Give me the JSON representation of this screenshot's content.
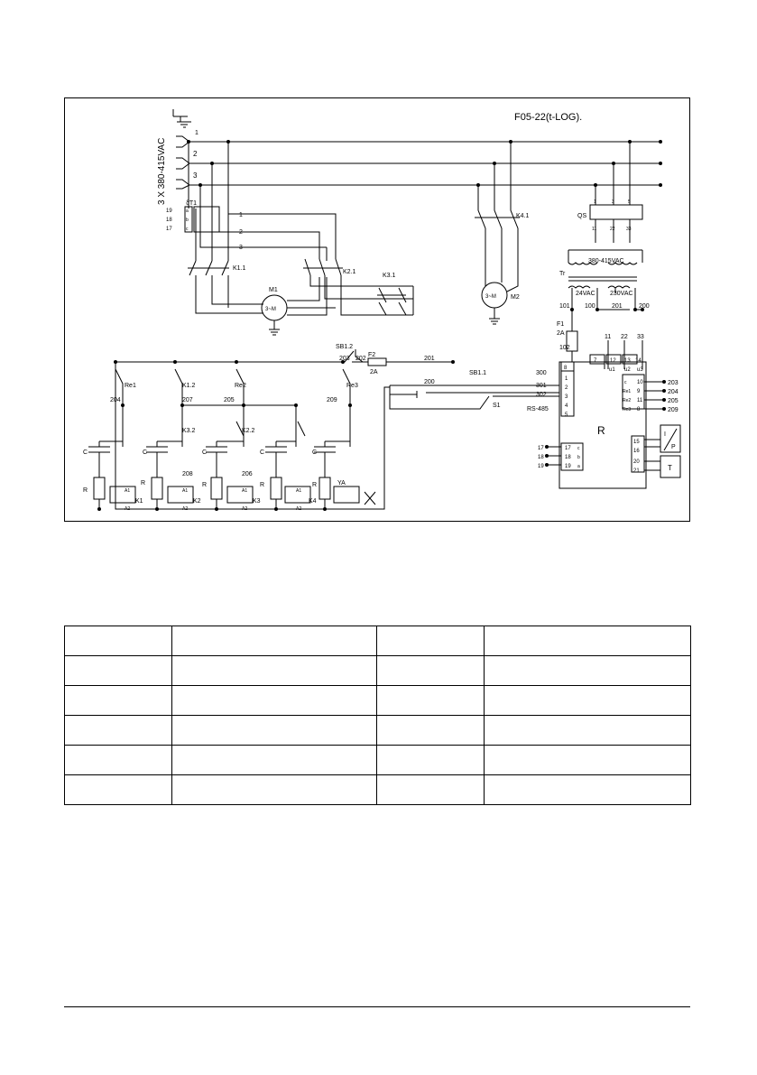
{
  "diagram": {
    "title": "F05-22(t-LOG).",
    "supply_label": "3 X 380-415VAC",
    "phases": [
      "1",
      "2",
      "3"
    ],
    "motor_m1": {
      "name": "M1",
      "symbol": "3~M"
    },
    "motor_m2": {
      "name": "M2",
      "symbol": "3~M"
    },
    "contacts": {
      "k11": "K1.1",
      "k21": "K2.1",
      "k31": "K3.1",
      "k41": "K4.1",
      "k12": "K1.2",
      "k32": "K3.2",
      "k22": "K2.2"
    },
    "thermal": {
      "name": "ϑT1",
      "terms": [
        "19",
        "18",
        "17"
      ],
      "letters": [
        "a",
        "b",
        "c"
      ]
    },
    "qs": {
      "name": "QS",
      "top": [
        "1",
        "3",
        "5"
      ],
      "bottom": [
        "11",
        "22",
        "33"
      ]
    },
    "transformer": {
      "name": "Tr",
      "primary": "380-415VAC",
      "sec_a": "24VAC",
      "sec_b": "230VAC"
    },
    "fuse_f1": {
      "name": "F1",
      "rating": "2A"
    },
    "fuse_f2": {
      "name": "F2",
      "rating": "2A"
    },
    "sb12": "SB1.2",
    "sb11": "SB1.1",
    "s1": "S1",
    "rs485": "RS-485",
    "relays": [
      "Re1",
      "Re2",
      "Re3"
    ],
    "wires": {
      "w101": "101",
      "w100": "100",
      "w102": "102",
      "w200": "200",
      "w201": "201",
      "w202": "202",
      "w203": "203",
      "w204": "204",
      "w205": "205",
      "w206": "206",
      "w207": "207",
      "w208": "208",
      "w209": "209",
      "w300": "300",
      "w301": "301",
      "w302": "302",
      "w11": "11",
      "w22": "22",
      "w33": "33"
    },
    "coils": [
      "K1",
      "K2",
      "K3",
      "K4",
      "YA"
    ],
    "coil_a1": "A1",
    "coil_a2": "A2",
    "cap_label": "C",
    "res_label": "R",
    "controller": {
      "name": "R",
      "left_terms": [
        "1",
        "2",
        "3",
        "4",
        "5"
      ],
      "top_terms": [
        "8",
        "7",
        "12",
        "13",
        "14"
      ],
      "top_voltage": [
        "u1",
        "u2",
        "u3"
      ],
      "right_terms": [
        "10",
        "9",
        "11",
        "8"
      ],
      "right_labels": [
        "c",
        "Re1",
        "Re2",
        "Re3"
      ],
      "right_wires": [
        "203",
        "204",
        "205",
        "209"
      ],
      "sensor_terms": [
        "17",
        "18",
        "19"
      ],
      "sensor_letters": [
        "c",
        "b",
        "a"
      ],
      "io_terms": [
        "15",
        "16",
        "20",
        "21"
      ],
      "current_sym": "I",
      "power_sym": "P",
      "temp_sym": "T"
    }
  },
  "table": {
    "rows": [
      [
        "",
        "",
        "",
        ""
      ],
      [
        "",
        "",
        "",
        ""
      ],
      [
        "",
        "",
        "",
        ""
      ],
      [
        "",
        "",
        "",
        ""
      ],
      [
        "",
        "",
        "",
        ""
      ],
      [
        "",
        "",
        "",
        ""
      ]
    ]
  }
}
